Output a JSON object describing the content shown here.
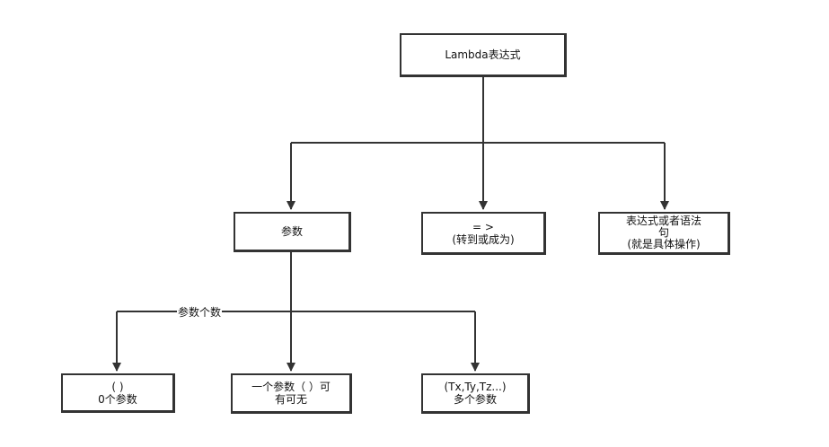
{
  "nodes": {
    "root": {
      "lines": [
        "Lambda表达式"
      ]
    },
    "params": {
      "lines": [
        "参数"
      ]
    },
    "arrow": {
      "lines": [
        "= >",
        "(转到或成为)"
      ]
    },
    "body": {
      "lines": [
        "表达式或者语法",
        "句",
        "(就是具体操作)"
      ]
    },
    "zero": {
      "lines": [
        "(   )",
        "0个参数"
      ]
    },
    "one": {
      "lines": [
        "一个参数（ ）可",
        "有可无"
      ]
    },
    "many": {
      "lines": [
        "(Tx,Ty,Tz...)",
        "多个参数"
      ]
    }
  },
  "edge_labels": {
    "param_count": "参数个数"
  },
  "colors": {
    "line": "#333333",
    "border": "#333333",
    "text": "#111111"
  }
}
